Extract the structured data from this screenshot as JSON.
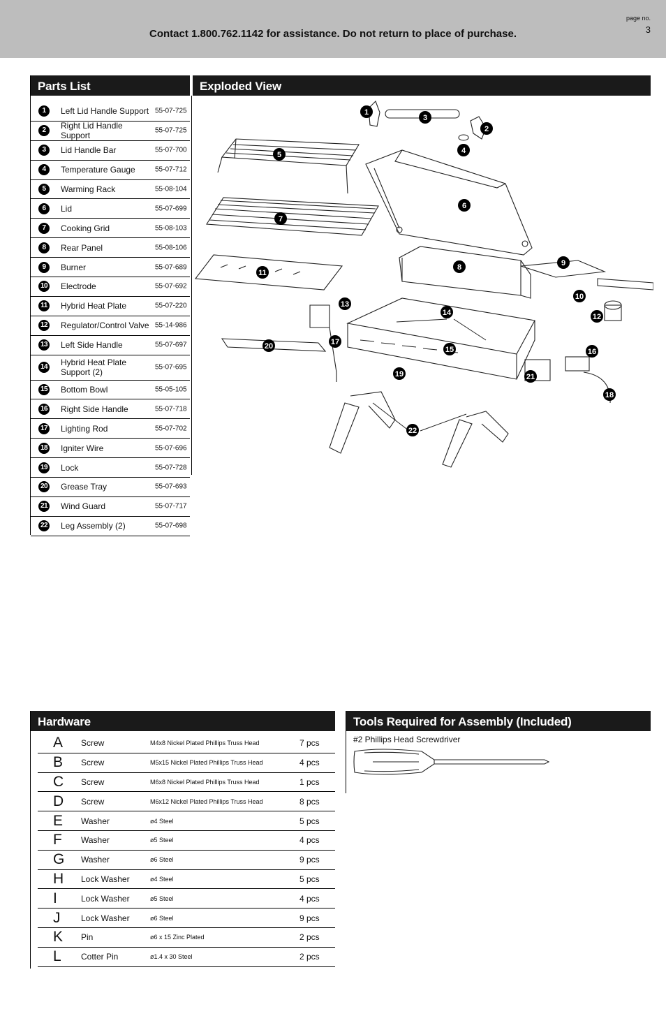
{
  "header": {
    "contact": "Contact 1.800.762.1142 for assistance. Do not return to place of purchase.",
    "page_label": "page no.",
    "page_number": "3"
  },
  "parts_list": {
    "title": "Parts List",
    "items": [
      {
        "num": "1",
        "name": "Left Lid Handle Support",
        "code": "55-07-725"
      },
      {
        "num": "2",
        "name": "Right Lid Handle Support",
        "code": "55-07-725"
      },
      {
        "num": "3",
        "name": "Lid Handle Bar",
        "code": "55-07-700"
      },
      {
        "num": "4",
        "name": "Temperature Gauge",
        "code": "55-07-712"
      },
      {
        "num": "5",
        "name": "Warming Rack",
        "code": "55-08-104"
      },
      {
        "num": "6",
        "name": "Lid",
        "code": "55-07-699"
      },
      {
        "num": "7",
        "name": "Cooking Grid",
        "code": "55-08-103"
      },
      {
        "num": "8",
        "name": "Rear Panel",
        "code": "55-08-106"
      },
      {
        "num": "9",
        "name": "Burner",
        "code": "55-07-689"
      },
      {
        "num": "10",
        "name": "Electrode",
        "code": "55-07-692"
      },
      {
        "num": "11",
        "name": "Hybrid Heat Plate",
        "code": "55-07-220"
      },
      {
        "num": "12",
        "name": "Regulator/Control Valve",
        "code": "55-14-986"
      },
      {
        "num": "13",
        "name": "Left Side Handle",
        "code": "55-07-697"
      },
      {
        "num": "14",
        "name": "Hybrid Heat Plate Support (2)",
        "code": "55-07-695"
      },
      {
        "num": "15",
        "name": "Bottom Bowl",
        "code": "55-05-105"
      },
      {
        "num": "16",
        "name": "Right Side Handle",
        "code": "55-07-718"
      },
      {
        "num": "17",
        "name": "Lighting Rod",
        "code": "55-07-702"
      },
      {
        "num": "18",
        "name": "Igniter Wire",
        "code": "55-07-696"
      },
      {
        "num": "19",
        "name": "Lock",
        "code": "55-07-728"
      },
      {
        "num": "20",
        "name": "Grease Tray",
        "code": "55-07-693"
      },
      {
        "num": "21",
        "name": "Wind Guard",
        "code": "55-07-717"
      },
      {
        "num": "22",
        "name": "Leg Assembly (2)",
        "code": "55-07-698"
      }
    ]
  },
  "exploded_view": {
    "title": "Exploded View",
    "callouts": [
      "1",
      "2",
      "3",
      "4",
      "5",
      "6",
      "7",
      "8",
      "9",
      "10",
      "11",
      "12",
      "13",
      "14",
      "15",
      "16",
      "17",
      "18",
      "19",
      "20",
      "21",
      "22"
    ]
  },
  "hardware": {
    "title": "Hardware",
    "items": [
      {
        "letter": "A",
        "name": "Screw",
        "desc": "M4x8 Nickel Plated Phillips Truss Head",
        "qty": "7 pcs"
      },
      {
        "letter": "B",
        "name": "Screw",
        "desc": "M5x15 Nickel Plated Phillips Truss Head",
        "qty": "4 pcs"
      },
      {
        "letter": "C",
        "name": "Screw",
        "desc": "M6x8 Nickel Plated Phillips Truss Head",
        "qty": "1 pcs"
      },
      {
        "letter": "D",
        "name": "Screw",
        "desc": "M6x12 Nickel Plated Phillips Truss Head",
        "qty": "8 pcs"
      },
      {
        "letter": "E",
        "name": "Washer",
        "desc": "ø4 Steel",
        "qty": "5 pcs"
      },
      {
        "letter": "F",
        "name": "Washer",
        "desc": "ø5 Steel",
        "qty": "4 pcs"
      },
      {
        "letter": "G",
        "name": "Washer",
        "desc": "ø6 Steel",
        "qty": "9 pcs"
      },
      {
        "letter": "H",
        "name": "Lock Washer",
        "desc": "ø4 Steel",
        "qty": "5 pcs"
      },
      {
        "letter": "I",
        "name": "Lock Washer",
        "desc": "ø5 Steel",
        "qty": "4 pcs"
      },
      {
        "letter": "J",
        "name": "Lock Washer",
        "desc": "ø6 Steel",
        "qty": "9 pcs"
      },
      {
        "letter": "K",
        "name": "Pin",
        "desc": "ø6 x 15 Zinc Plated",
        "qty": "2 pcs"
      },
      {
        "letter": "L",
        "name": "Cotter Pin",
        "desc": "ø1.4 x 30 Steel",
        "qty": "2 pcs"
      }
    ]
  },
  "tools": {
    "title": "Tools Required for Assembly (Included)",
    "item": "#2 Phillips Head Screwdriver"
  }
}
